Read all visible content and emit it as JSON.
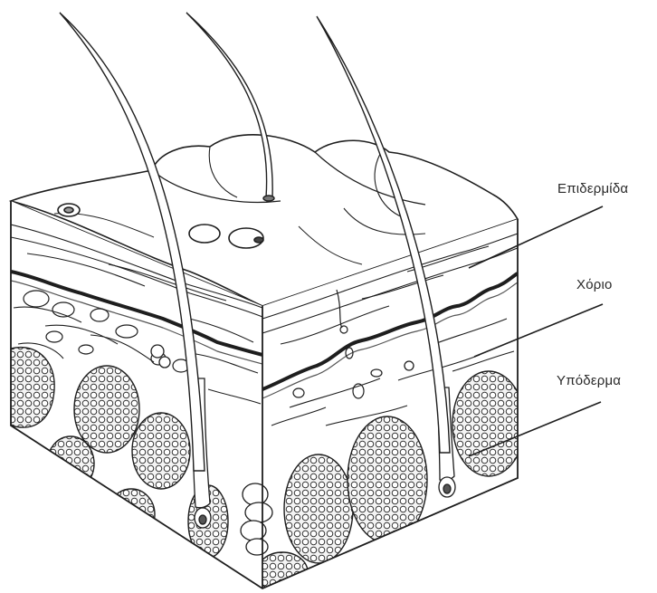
{
  "labels": {
    "epidermis": "Επιδερμίδα",
    "dermis": "Χόριο",
    "hypodermis": "Υπόδερμα"
  },
  "colors": {
    "ink": "#1e1e1e",
    "fill": "#ffffff",
    "shade": "#cfcfcf"
  }
}
